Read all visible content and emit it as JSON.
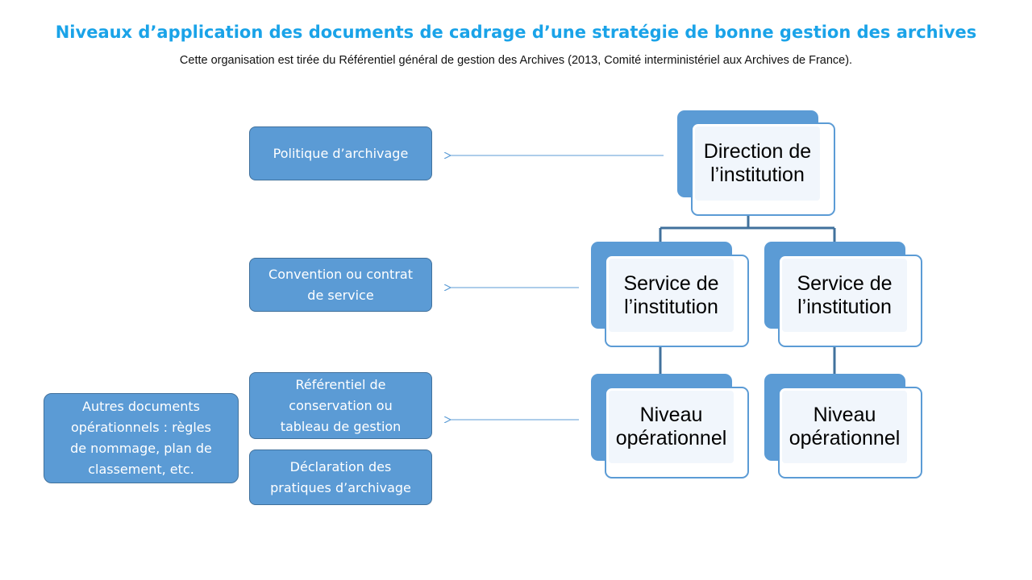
{
  "title": "Niveaux d’application des documents de cadrage d’une stratégie de bonne gestion des archives",
  "subtitle": "Cette organisation est tirée du Référentiel général de gestion des Archives (2013, Comité interministériel aux Archives de France).",
  "documents": {
    "politique": "Politique d’archivage",
    "convention_line1": "Convention ou contrat",
    "convention_line2": "de service",
    "referentiel_line1": "Référentiel de",
    "referentiel_line2": "conservation ou",
    "referentiel_line3": "tableau de gestion",
    "declaration_line1": "Déclaration des",
    "declaration_line2": "pratiques d’archivage",
    "autres_line1": "Autres documents",
    "autres_line2": "opérationnels : règles",
    "autres_line3": "de nommage, plan de",
    "autres_line4": "classement, etc."
  },
  "org": {
    "direction_line1": "Direction de",
    "direction_line2": "l’institution",
    "service_left_line1": "Service de",
    "service_left_line2": "l’institution",
    "service_right_line1": "Service de",
    "service_right_line2": "l’institution",
    "niveau_left_line1": "Niveau",
    "niveau_left_line2": "opérationnel",
    "niveau_right_line1": "Niveau",
    "niveau_right_line2": "opérationnel"
  },
  "colors": {
    "title": "#1aa3e8",
    "box_fill": "#5b9bd5",
    "box_border": "#41719c",
    "node_inner": "#f1f6fc",
    "connector": "#41719c",
    "arrow": "#5b9bd5"
  }
}
